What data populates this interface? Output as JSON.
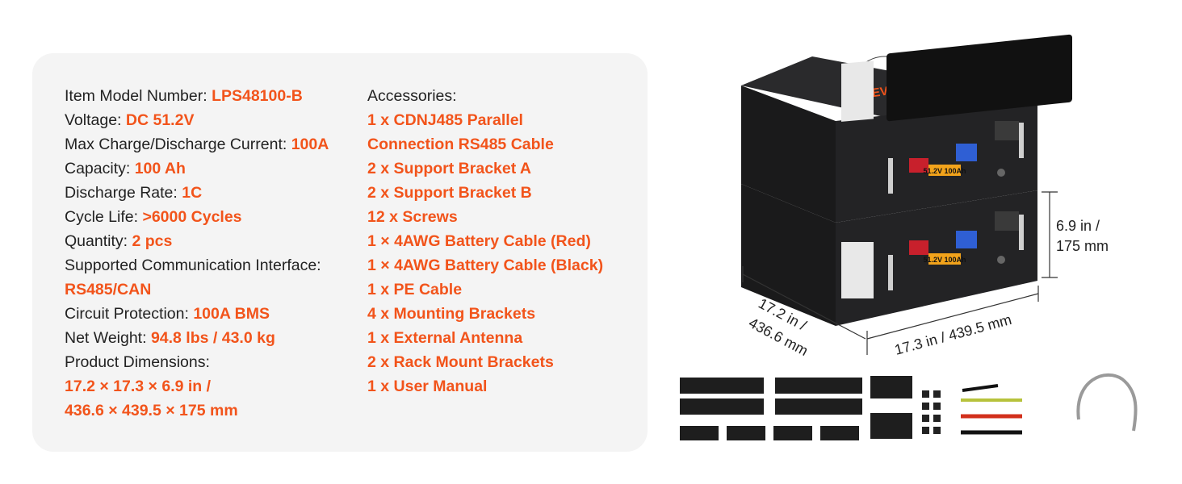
{
  "specs": [
    {
      "label": "Item Model Number: ",
      "value": "LPS48100-B"
    },
    {
      "label": "Voltage: ",
      "value": "DC 51.2V"
    },
    {
      "label": "Max Charge/Discharge Current: ",
      "value": "100A"
    },
    {
      "label": "Capacity: ",
      "value": "100 Ah"
    },
    {
      "label": "Discharge Rate: ",
      "value": "1C"
    },
    {
      "label": "Cycle Life: ",
      "value": ">6000 Cycles"
    },
    {
      "label": "Quantity: ",
      "value": "2 pcs"
    },
    {
      "label": "Supported Communication Interface:",
      "value": ""
    },
    {
      "label": "",
      "value": "RS485/CAN"
    },
    {
      "label": "Circuit Protection: ",
      "value": "100A BMS"
    },
    {
      "label": "Net Weight: ",
      "value": "94.8 lbs / 43.0 kg"
    },
    {
      "label": "Product Dimensions:",
      "value": ""
    },
    {
      "label": "",
      "value": "17.2 × 17.3 × 6.9 in /"
    },
    {
      "label": "",
      "value": "436.6 × 439.5 × 175 mm"
    }
  ],
  "accessories": {
    "title": "Accessories:",
    "items": [
      "1 x CDNJ485 Parallel",
      "Connection RS485 Cable",
      "2 x Support Bracket A",
      "2 x Support Bracket B",
      "12 x Screws",
      "1 × 4AWG Battery Cable (Red)",
      "1 × 4AWG Battery Cable (Black)",
      "1 x PE Cable",
      "4 x Mounting Brackets",
      "1 x External Antenna",
      "2 x Rack Mount Brackets",
      "1 x User Manual"
    ]
  },
  "product": {
    "brand": "VEVOR",
    "display_text": "51.2V 100Ah",
    "display_text_2": "51.2V 100Ah",
    "height_in": "6.9 in /",
    "height_mm": "175 mm",
    "depth_in": "17.2 in /",
    "depth_mm": "436.6 mm",
    "width": "17.3 in / 439.5 mm"
  },
  "colors": {
    "accent": "#f2541b",
    "card": "#f4f4f4",
    "battery": "#1c1c1e"
  }
}
